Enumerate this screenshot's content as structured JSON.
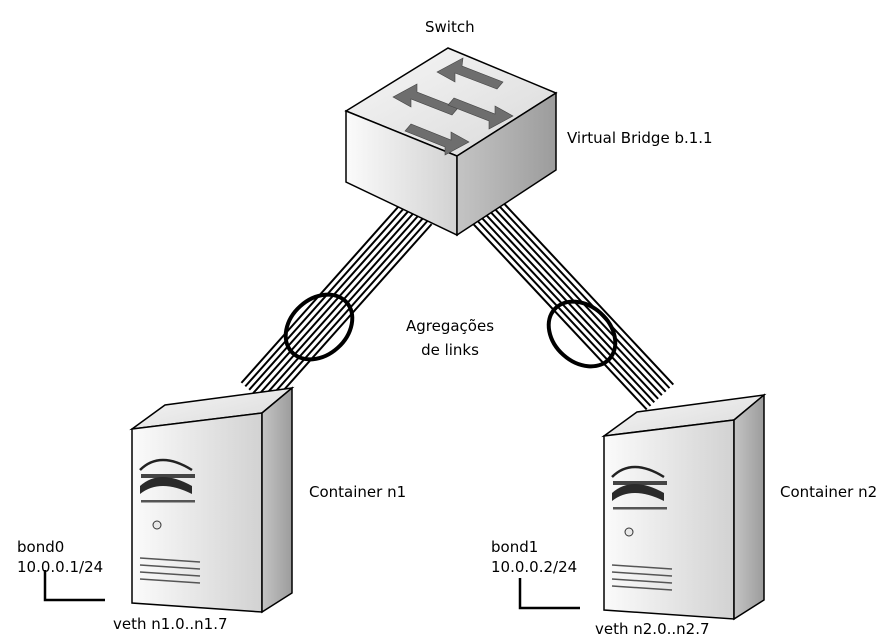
{
  "labels": {
    "switch": "Switch",
    "bridge": "Virtual Bridge b.1.1",
    "aggregation_line1": "Agregações",
    "aggregation_line2": "de links",
    "container_n1": "Container n1",
    "container_n2": "Container n2",
    "bond0_name": "bond0",
    "bond0_ip": "10.0.0.1/24",
    "bond1_name": "bond1",
    "bond1_ip": "10.0.0.2/24",
    "veth_n1": "veth n1.0..n1.7",
    "veth_n2": "veth n2.0..n2.7"
  },
  "icons": {
    "switch": "network-switch-icon",
    "server": "server-tower-icon"
  },
  "link_counts": {
    "left_bundle": 8,
    "right_bundle": 8
  },
  "colors": {
    "device_light": "#f4f4f4",
    "device_mid": "#d6d6d6",
    "device_dark": "#a6a6a6",
    "arrow": "#6e6e6e",
    "stroke": "#000000"
  }
}
